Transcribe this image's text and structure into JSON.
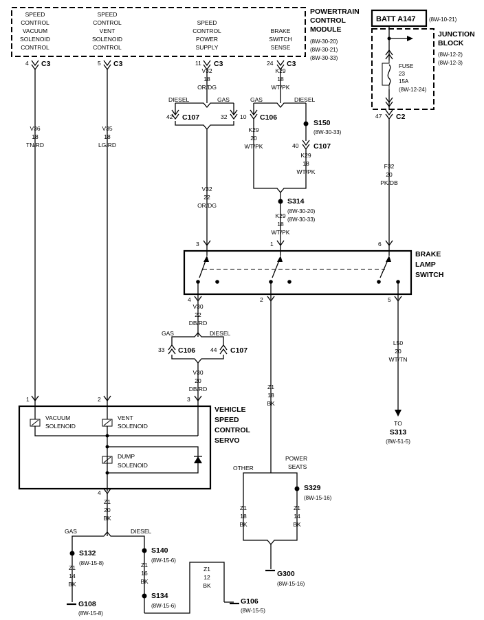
{
  "pcm": {
    "title": [
      "POWERTRAIN",
      "CONTROL",
      "MODULE"
    ],
    "refs": [
      "(8W-30-20)",
      "(8W-30-21)",
      "(8W-30-33)"
    ],
    "pin_vacuum": [
      "SPEED",
      "CONTROL",
      "VACUUM",
      "SOLENOID",
      "CONTROL"
    ],
    "pin_vent": [
      "SPEED",
      "CONTROL",
      "VENT",
      "SOLENOID",
      "CONTROL"
    ],
    "pin_power": [
      "SPEED",
      "CONTROL",
      "POWER",
      "SUPPLY"
    ],
    "pin_brake": [
      "BRAKE",
      "SWITCH",
      "SENSE"
    ],
    "pin_nums": [
      "4",
      "5",
      "11",
      "24"
    ],
    "conn": "C3"
  },
  "batt": {
    "label": "BATT A147",
    "ref": "(8W-10-21)"
  },
  "junction_block": {
    "title": [
      "JUNCTION",
      "BLOCK"
    ],
    "refs": [
      "(8W-12-2)",
      "(8W-12-3)"
    ],
    "fuse": [
      "FUSE",
      "23",
      "15A",
      "(8W-12-24)"
    ],
    "pin": "47",
    "conn": "C2"
  },
  "wires": {
    "v36": [
      "V36",
      "18",
      "TN/RD"
    ],
    "v35": [
      "V35",
      "18",
      "LG/RD"
    ],
    "v32_top": [
      "V32",
      "18",
      "OR/DG"
    ],
    "k29_top": [
      "K29",
      "18",
      "WT/PK"
    ],
    "v32_mid": [
      "V32",
      "22",
      "OR/DG"
    ],
    "k29_gas": [
      "K29",
      "20",
      "WT/PK"
    ],
    "k29_diesel": [
      "K29",
      "18",
      "WT/PK"
    ],
    "k29_low": [
      "K29",
      "18",
      "WT/PK"
    ],
    "f32": [
      "F32",
      "20",
      "PK/DB"
    ],
    "v30_top": [
      "V30",
      "22",
      "DB/RD"
    ],
    "v30_low": [
      "V30",
      "20",
      "DB/RD"
    ],
    "l50": [
      "L50",
      "20",
      "WT/TN"
    ],
    "z1_switch": [
      "Z1",
      "18",
      "BK"
    ],
    "z1_servo": [
      "Z1",
      "20",
      "BK"
    ],
    "z1_s132": [
      "Z1",
      "14",
      "BK"
    ],
    "z1_s140": [
      "Z1",
      "16",
      "BK"
    ],
    "z1_g106": [
      "Z1",
      "12",
      "BK"
    ],
    "z1_other": [
      "Z1",
      "18",
      "BK"
    ],
    "z1_power": [
      "Z1",
      "14",
      "BK"
    ]
  },
  "connectors": {
    "c107": "C107",
    "c106": "C106",
    "c107_pins": [
      "42",
      "40",
      "44"
    ],
    "c106_pins": [
      "32",
      "10",
      "33"
    ]
  },
  "splices": {
    "s150": {
      "label": "S150",
      "ref": "(8W-30-33)"
    },
    "s314": {
      "label": "S314",
      "refs": [
        "(8W-30-20)",
        "(8W-30-33)"
      ]
    },
    "s329": {
      "label": "S329",
      "ref": "(8W-15-16)"
    },
    "s132": {
      "label": "S132",
      "ref": "(8W-15-8)"
    },
    "s140": {
      "label": "S140",
      "ref": "(8W-15-6)"
    },
    "s134": {
      "label": "S134",
      "ref": "(8W-15-6)"
    }
  },
  "grounds": {
    "g300": {
      "label": "G300",
      "ref": "(8W-15-16)"
    },
    "g108": {
      "label": "G108",
      "ref": "(8W-15-8)"
    },
    "g106": {
      "label": "G106",
      "ref": "(8W-15-5)"
    }
  },
  "options": {
    "diesel": "DIESEL",
    "gas": "GAS",
    "other": "OTHER",
    "power_seats": [
      "POWER",
      "SEATS"
    ]
  },
  "brake_switch": {
    "title": [
      "BRAKE",
      "LAMP",
      "SWITCH"
    ],
    "pins_top": [
      "3",
      "1",
      "6"
    ],
    "pins_bottom": [
      "4",
      "2",
      "5"
    ]
  },
  "servo": {
    "title": [
      "VEHICLE",
      "SPEED",
      "CONTROL",
      "SERVO"
    ],
    "pins": [
      "1",
      "2",
      "3",
      "4"
    ],
    "vacuum": [
      "VACUUM",
      "SOLENOID"
    ],
    "vent": [
      "VENT",
      "SOLENOID"
    ],
    "dump": [
      "DUMP",
      "SOLENOID"
    ]
  },
  "to_s313": {
    "to": "TO",
    "label": "S313",
    "ref": "(8W-51-5)"
  }
}
